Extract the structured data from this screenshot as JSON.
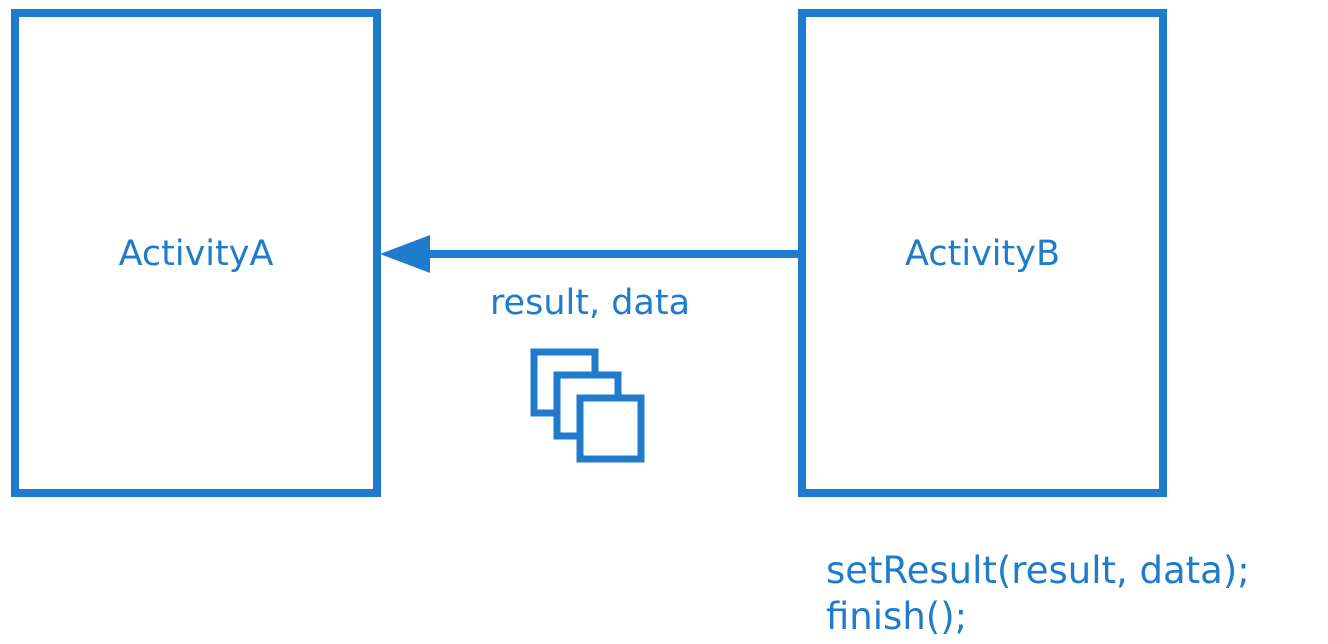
{
  "colors": {
    "accent": "#1f7bcb",
    "background": "#ffffff"
  },
  "activity_a": {
    "label": "ActivityA"
  },
  "activity_b": {
    "label": "ActivityB"
  },
  "arrow": {
    "label": "result, data",
    "icon": "stacked-documents-icon"
  },
  "code": {
    "lines": [
      "setResult(result, data);",
      "finish();"
    ]
  }
}
